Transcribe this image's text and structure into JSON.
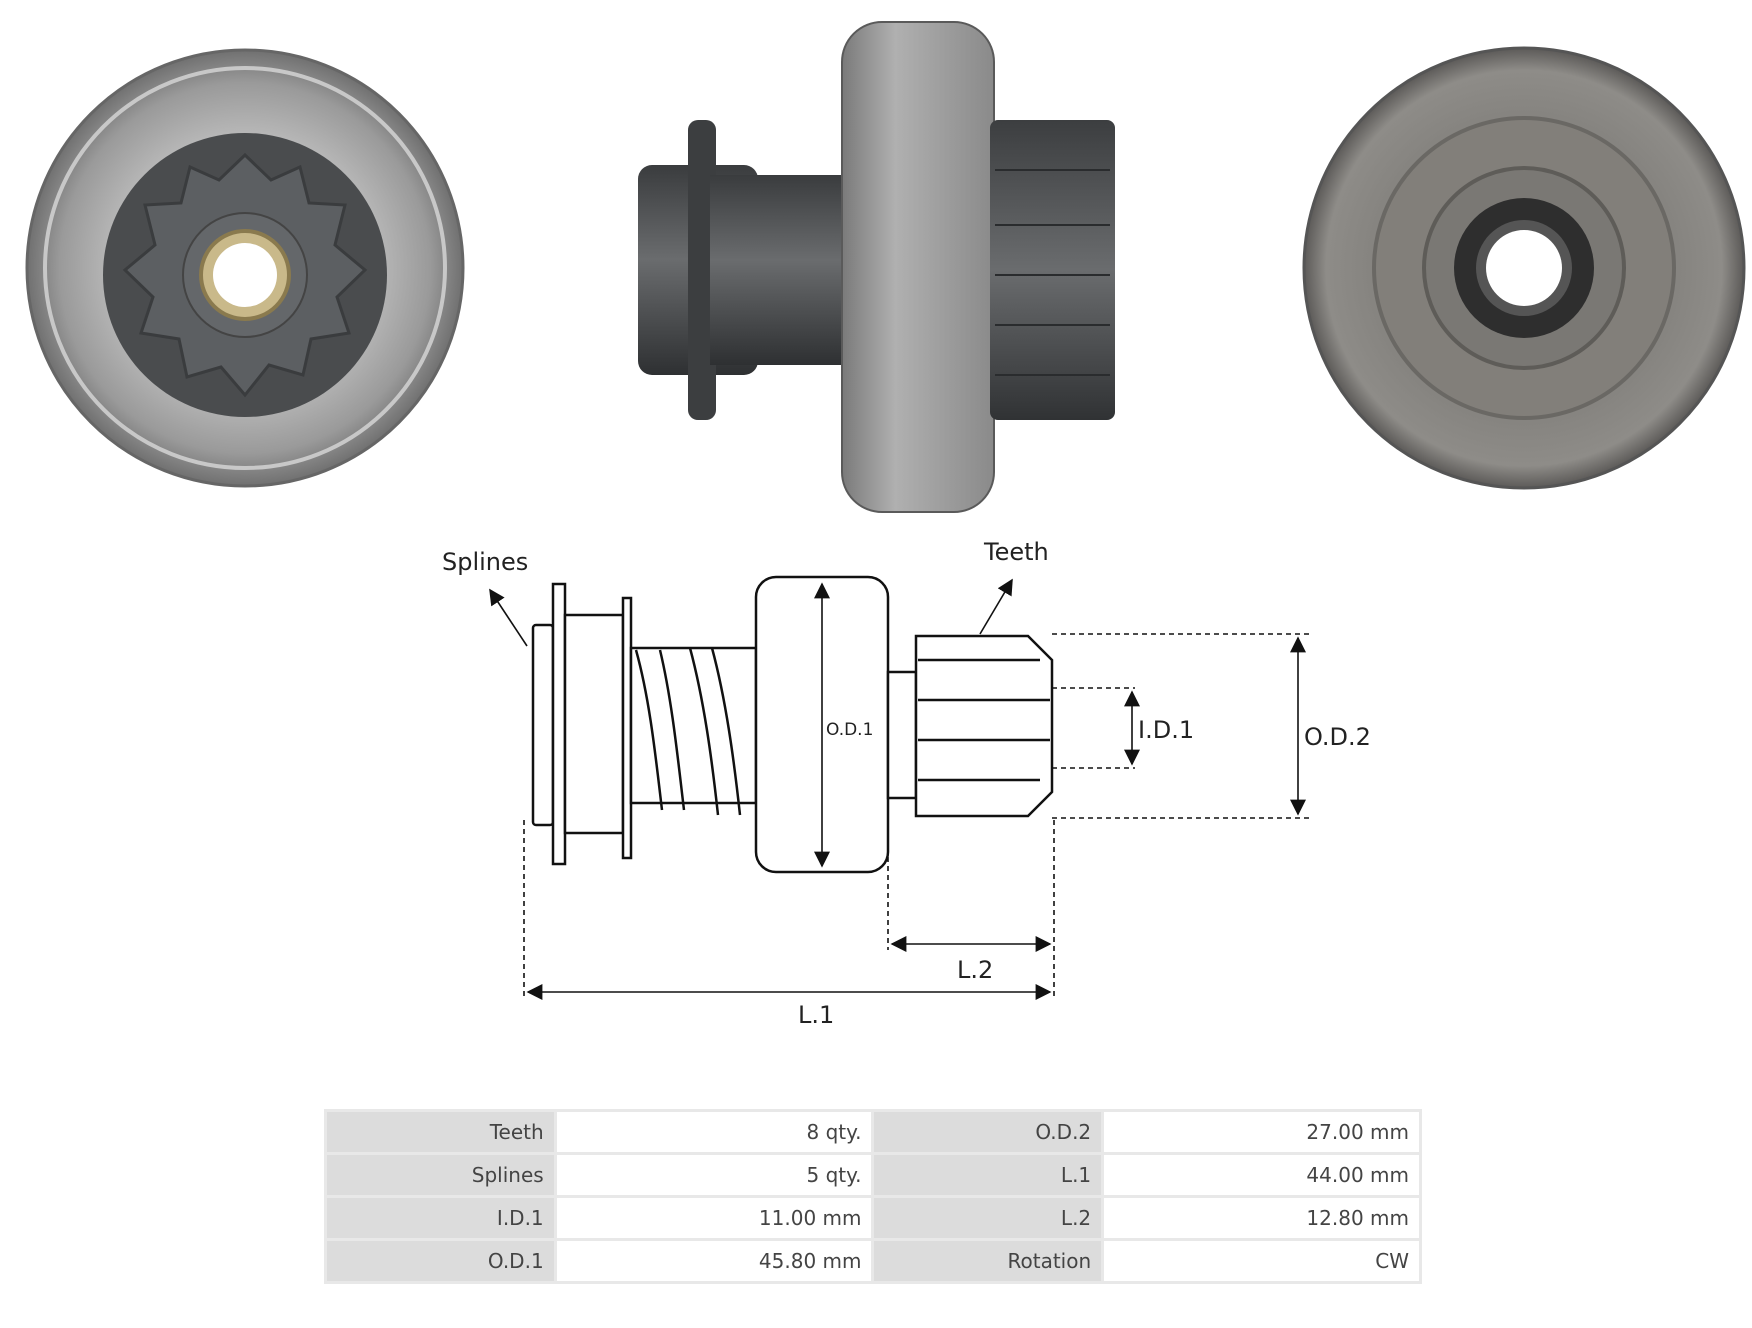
{
  "diagram": {
    "label_splines": "Splines",
    "label_teeth": "Teeth",
    "label_od1": "O.D.1",
    "label_id1": "I.D.1",
    "label_od2": "O.D.2",
    "label_l2": "L.2",
    "label_l1": "L.1"
  },
  "specs": {
    "rows": [
      {
        "l1": "Teeth",
        "v1": "8 qty.",
        "l2": "O.D.2",
        "v2": "27.00 mm"
      },
      {
        "l1": "Splines",
        "v1": "5 qty.",
        "l2": "L.1",
        "v2": "44.00 mm"
      },
      {
        "l1": "I.D.1",
        "v1": "11.00 mm",
        "l2": "L.2",
        "v2": "12.80 mm"
      },
      {
        "l1": "O.D.1",
        "v1": "45.80 mm",
        "l2": "Rotation",
        "v2": "CW"
      }
    ]
  },
  "colors": {
    "housing": "#9a9a9a",
    "gear": "#55585a",
    "bushing": "#c9b98a",
    "table_label_bg": "#dcdcdc"
  }
}
